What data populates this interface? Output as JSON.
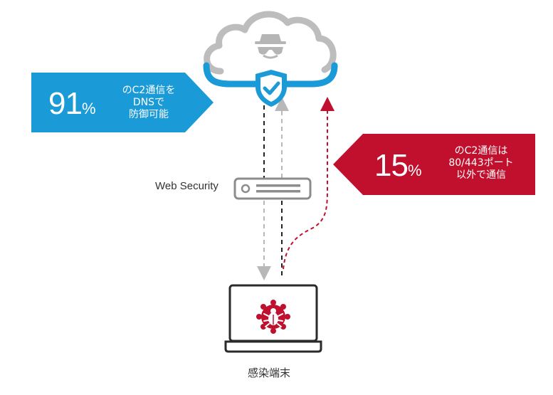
{
  "colors": {
    "blue": "#1a9ad6",
    "red": "#c0102e",
    "gray": "#b8b8b8",
    "dark": "#222222"
  },
  "icons": {
    "cloud": "cloud-icon",
    "spy": "spy-icon",
    "shield": "shield-check-icon",
    "server": "server-icon",
    "laptop": "laptop-icon",
    "malware": "bug-icon"
  },
  "callout_dns": {
    "percent": "91",
    "unit": "%",
    "line1": "のC2通信を",
    "line2": "DNSで",
    "line3": "防御可能"
  },
  "callout_ports": {
    "percent": "15",
    "unit": "%",
    "line1": "のC2通信は",
    "line2": "80/443ポート",
    "line3": "以外で通信"
  },
  "web_security_label": "Web Security",
  "terminal_label": "感染端末"
}
